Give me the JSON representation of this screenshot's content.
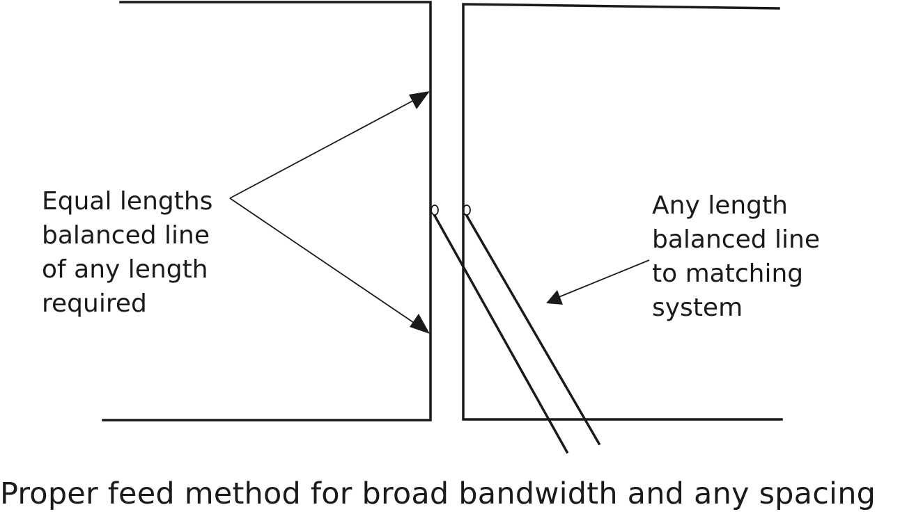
{
  "diagram": {
    "left_label_lines": [
      "Equal lengths",
      "balanced line",
      "of any length",
      "required"
    ],
    "right_label_lines": [
      "Any length",
      "balanced line",
      "to matching",
      "system"
    ],
    "caption": "Proper feed method for broad bandwidth and any spacing"
  }
}
